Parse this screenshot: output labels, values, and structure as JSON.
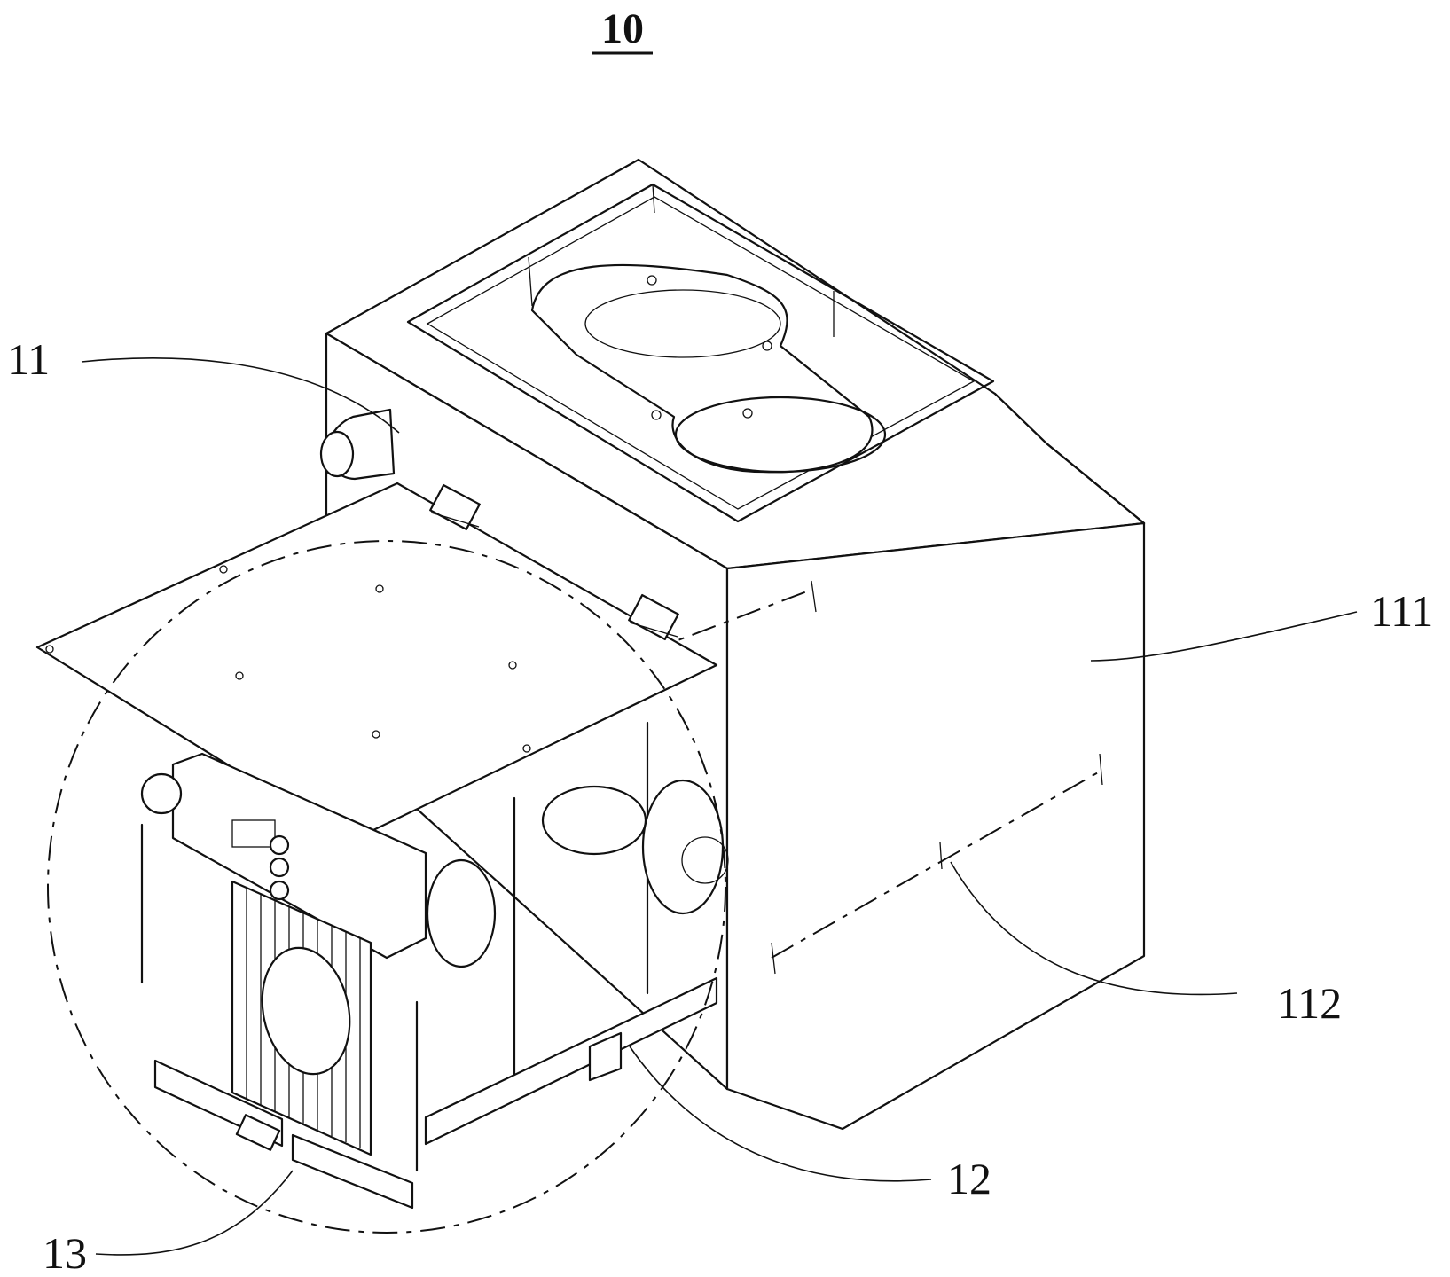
{
  "figure": {
    "number": "10"
  },
  "labels": [
    {
      "id": "housing",
      "text": "11"
    },
    {
      "id": "side-panel",
      "text": "111"
    },
    {
      "id": "seam",
      "text": "112"
    },
    {
      "id": "base-rail",
      "text": "12"
    },
    {
      "id": "generator-unit",
      "text": "13"
    }
  ]
}
